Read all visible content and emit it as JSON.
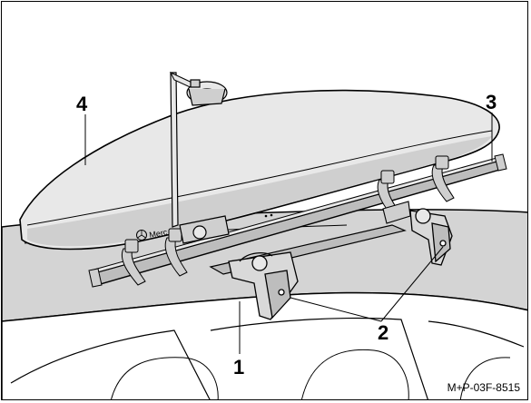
{
  "figure": {
    "callouts": {
      "c1": "1",
      "c2": "2",
      "c3": "3",
      "c4": "4"
    },
    "brand_text": "Merc",
    "figure_code": "M+P-03F-8515"
  },
  "colors": {
    "outline": "#000000",
    "roof_fill": "#d4d4d4",
    "box_fill": "#e8e8e8",
    "box_shade": "#cfcfcf",
    "rail_fill": "#bdbdbd",
    "background": "#ffffff"
  }
}
